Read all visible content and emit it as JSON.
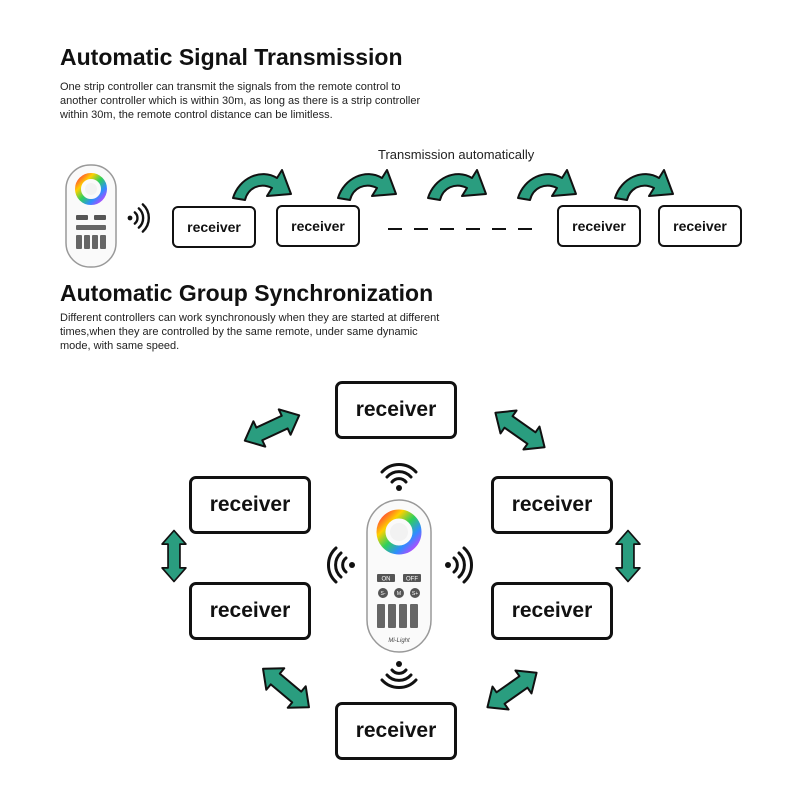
{
  "section1": {
    "title": "Automatic Signal Transmission",
    "description_lines": [
      "One strip controller can transmit the signals from the remote control to",
      "another controller which is within 30m, as long as there is a strip controller",
      "within 30m, the remote control distance can be limitless."
    ],
    "transmission_label": "Transmission automatically",
    "receivers": [
      "receiver",
      "receiver",
      "receiver",
      "receiver"
    ]
  },
  "section2": {
    "title": "Automatic Group Synchronization",
    "description_lines": [
      "Different controllers can work synchronously when they are started at different",
      "times,when they are controlled by the same remote, under same dynamic",
      "mode, with same speed."
    ],
    "receivers": [
      "receiver",
      "receiver",
      "receiver",
      "receiver",
      "receiver",
      "receiver"
    ]
  },
  "remote": {
    "on_label": "ON",
    "off_label": "OFF",
    "button_labels": [
      "S-",
      "M",
      "S+"
    ],
    "brand": "Mi-Light"
  },
  "colors": {
    "arrow_fill": "#2a9d7f",
    "outline": "#111111"
  }
}
